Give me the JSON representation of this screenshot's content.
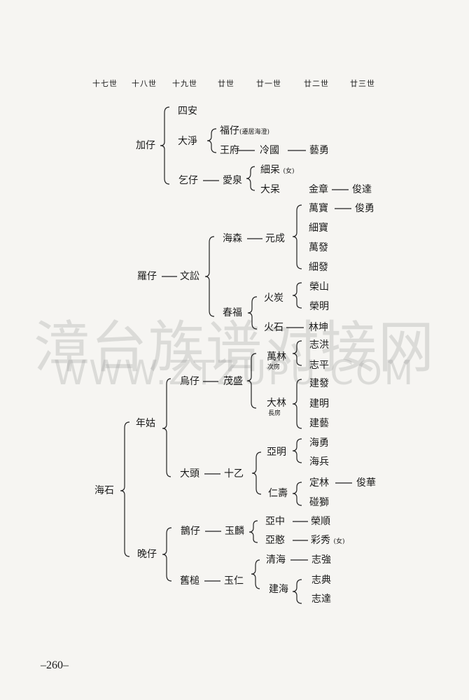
{
  "generations": [
    "十七世",
    "十八世",
    "十九世",
    "廿世",
    "廿一世",
    "廿二世",
    "廿三世"
  ],
  "names": {
    "sian": "四安",
    "dajing": "大淨",
    "jiazai": "加仔",
    "fuzai": "福仔",
    "fuzai_note": "(遷居海澄)",
    "wangfu": "王府",
    "lengguo": "冷國",
    "yiyong": "藝勇",
    "qizai": "乞仔",
    "aiquan": "愛泉",
    "xidai": "細呆",
    "female": "(女)",
    "dadai": "大呆",
    "jinzhang": "金章",
    "junda": "俊達",
    "wanbao": "萬寶",
    "junyong": "俊勇",
    "xibao": "細寶",
    "wanfa": "萬發",
    "xifa": "細發",
    "haisen": "海森",
    "yuancheng": "元成",
    "luozai": "羅仔",
    "wensong": "文訟",
    "rongshan": "榮山",
    "huotan": "火炭",
    "rongming": "榮明",
    "chunfu": "春福",
    "huoshi": "火石",
    "linkun": "林坤",
    "zhihong": "志洪",
    "wanlin": "萬林",
    "wanlin_sub": "次房",
    "zhiping": "志平",
    "jianfa": "建發",
    "wuzai": "烏仔",
    "maosheng": "茂盛",
    "nianzhuo": "年姑",
    "dalin": "大林",
    "dalin_sub": "長房",
    "jianming": "建明",
    "jianyi": "建藝",
    "haiyong": "海勇",
    "yaming": "亞明",
    "haibing": "海兵",
    "haishi": "海石",
    "datou": "大頭",
    "shiyi": "十乙",
    "dinglin": "定林",
    "junhua": "俊華",
    "renshou": "仁壽",
    "pengshi": "碰獅",
    "yazhong": "亞中",
    "rongshun": "榮順",
    "jiaozai": "鵲仔",
    "yulin": "玉麟",
    "yahan": "亞憨",
    "caixiu": "彩秀",
    "female2": "(女)",
    "wanzai": "晚仔",
    "qinghai": "清海",
    "zhiqiang": "志強",
    "jiuchui": "舊槌",
    "yuren": "玉仁",
    "zhidian": "志典",
    "jianhai": "建海",
    "zhida": "志達"
  },
  "watermark": {
    "line1": "漳台族谱对接网",
    "line2": "WWW.ZTZUPU.COM"
  },
  "page_number": "–260–"
}
